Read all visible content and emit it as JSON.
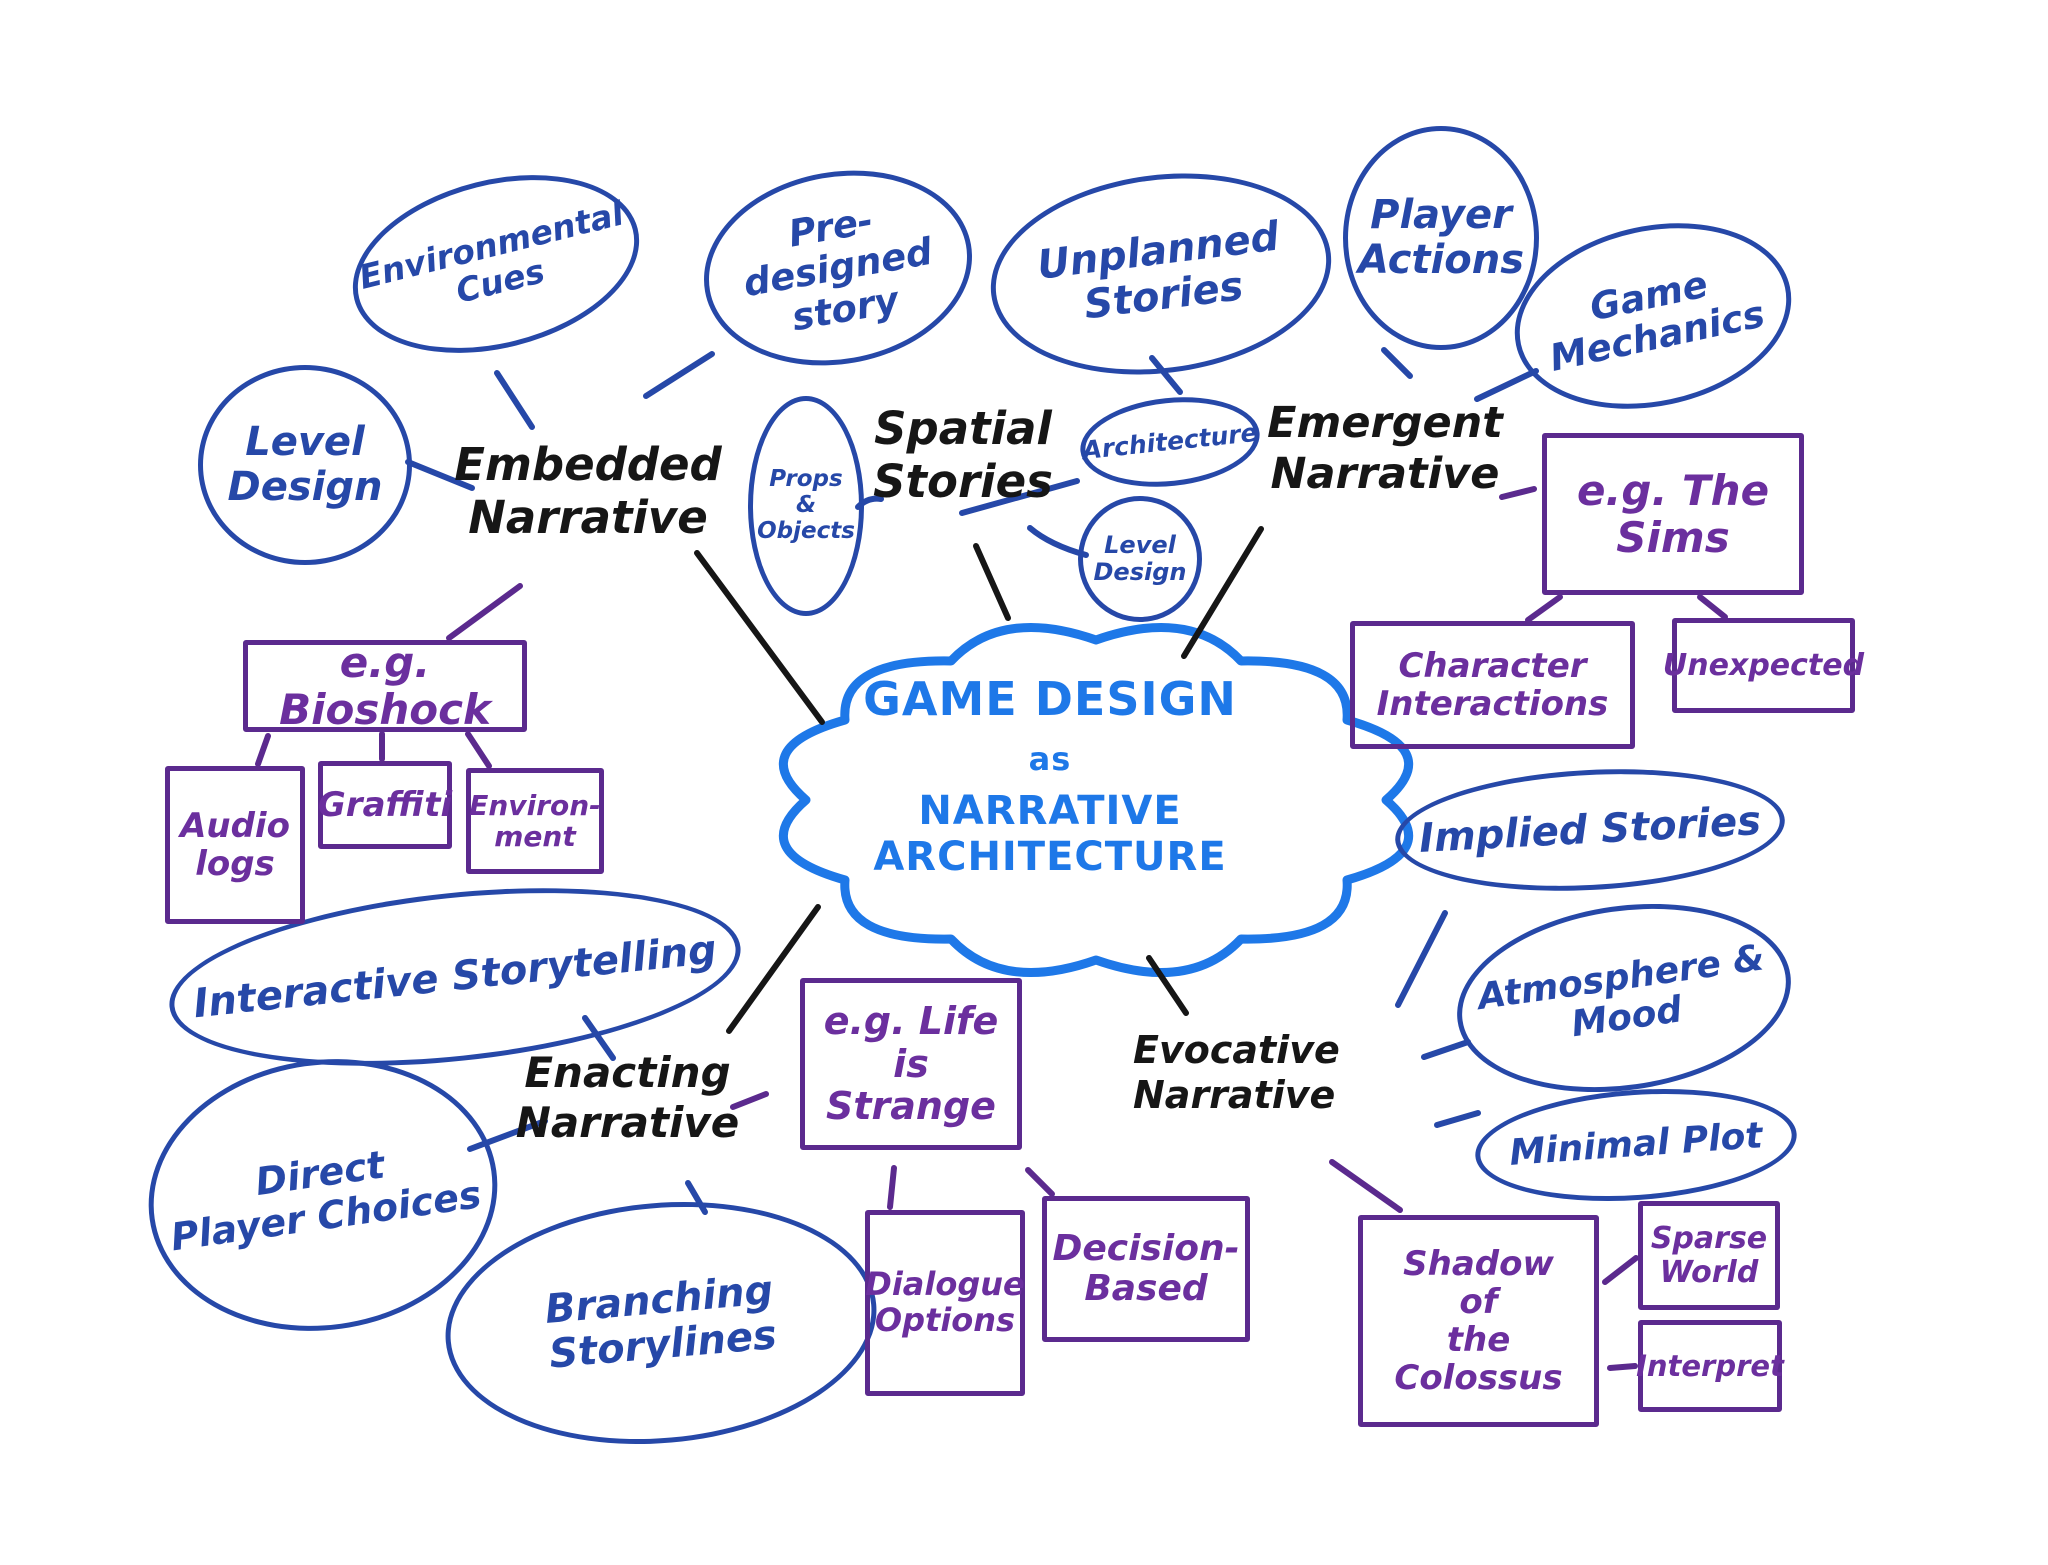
{
  "title": "Game Design as Narrative Architecture mind map",
  "colors": {
    "ink_blue": "#2648a8",
    "ink_bright_blue": "#1e78e8",
    "ink_purple": "#5b2a8e",
    "ink_purple_text": "#6b2f9e",
    "ink_black": "#161616"
  },
  "cloud": {
    "line1": "GAME DESIGN",
    "line2": "as",
    "line3": "NARRATIVE ARCHITECTURE"
  },
  "branch_labels": {
    "embedded": {
      "l1": "Embedded",
      "l2": "Narrative"
    },
    "spatial": {
      "l1": "Spatial",
      "l2": "Stories"
    },
    "emergent": {
      "l1": "Emergent",
      "l2": "Narrative"
    },
    "enacting": {
      "l1": "Enacting",
      "l2": "Narrative"
    },
    "evocative": {
      "l1": "Evocative",
      "l2": "Narrative"
    }
  },
  "ellipses": {
    "environmental_cues": {
      "l1": "Environmental",
      "l2": "Cues"
    },
    "level_design": {
      "l1": "Level",
      "l2": "Design"
    },
    "pre_designed_story": {
      "l1": "Pre-designed",
      "l2": "story"
    },
    "unplanned_stories": {
      "l1": "Unplanned",
      "l2": "Stories"
    },
    "player_actions": {
      "l1": "Player",
      "l2": "Actions"
    },
    "game_mechanics": {
      "l1": "Game",
      "l2": "Mechanics"
    },
    "props_objects": {
      "l1": "Props",
      "l2": "&",
      "l3": "Objects"
    },
    "architecture": {
      "l1": "Architecture"
    },
    "level_design_small": {
      "l1": "Level",
      "l2": "Design"
    },
    "implied_stories": {
      "l1": "Implied Stories"
    },
    "atmosphere_mood": {
      "l1": "Atmosphere &",
      "l2": "Mood"
    },
    "minimal_plot": {
      "l1": "Minimal Plot"
    },
    "interactive_storytelling": {
      "l1": "Interactive Storytelling"
    },
    "direct_player_choices": {
      "l1": "Direct",
      "l2": "Player Choices"
    },
    "branching_storylines": {
      "l1": "Branching",
      "l2": "Storylines"
    }
  },
  "boxes": {
    "bioshock": {
      "l1": "e.g. Bioshock"
    },
    "audio_logs": {
      "l1": "Audio",
      "l2": "logs"
    },
    "graffiti": {
      "l1": "Graffiti"
    },
    "environment": {
      "l1": "Environ-",
      "l2": "ment"
    },
    "the_sims": {
      "l1": "e.g. The",
      "l2": "Sims"
    },
    "character_interactions": {
      "l1": "Character",
      "l2": "Interactions"
    },
    "unexpected": {
      "l1": "Unexpected"
    },
    "life_is_strange": {
      "l1": "e.g. Life is",
      "l2": "Strange"
    },
    "dialogue_options": {
      "l1": "Dialogue",
      "l2": "Options"
    },
    "decision_based": {
      "l1": "Decision-",
      "l2": "Based"
    },
    "shadow_colossus": {
      "l1": "Shadow",
      "l2": "of",
      "l3": "the Colossus"
    },
    "sparse_world": {
      "l1": "Sparse",
      "l2": "World"
    },
    "interpret": {
      "l1": "Interpret"
    }
  }
}
